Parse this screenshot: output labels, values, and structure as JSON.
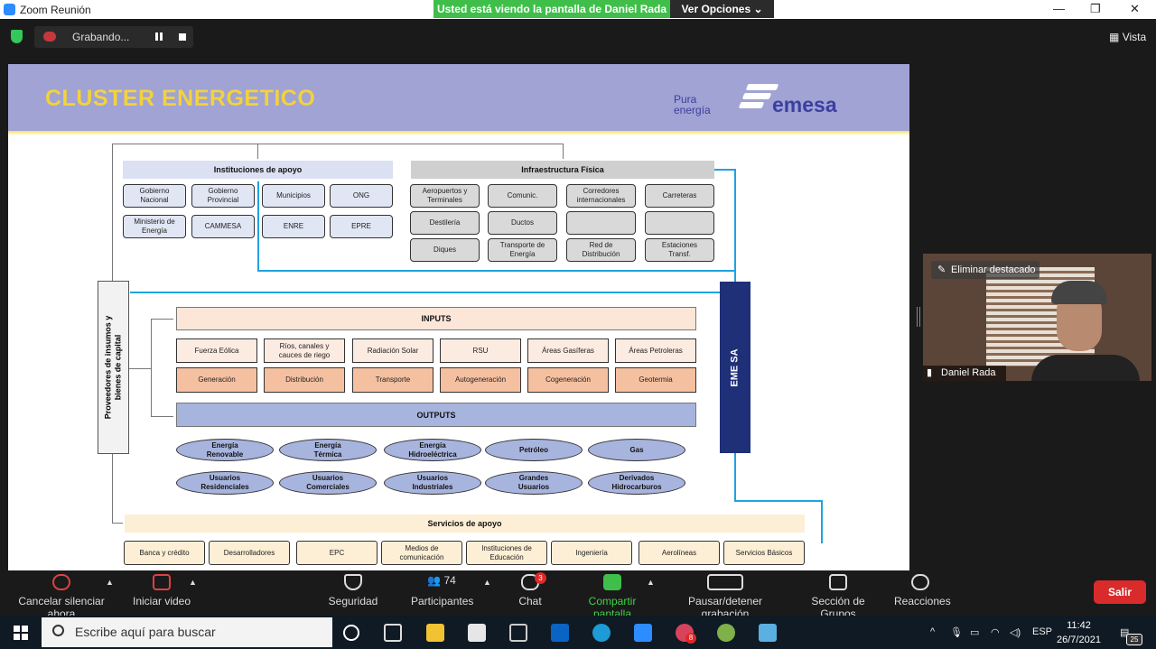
{
  "window": {
    "title": "Zoom Reunión",
    "share_banner": "Usted está viendo la pantalla de Daniel Rada",
    "view_options": "Ver Opciones",
    "minimize": "—",
    "restore": "❐",
    "close": "✕"
  },
  "topbar": {
    "recording": "Grabando...",
    "view": "Vista"
  },
  "slide": {
    "title": "CLUSTER ENERGETICO",
    "logo_tag_1": "Pura",
    "logo_tag_2": "energía",
    "logo_name": "emesa",
    "inst_header": "Instituciones de apoyo",
    "inst": [
      {
        "a": "Gobierno",
        "b": "Nacional"
      },
      {
        "a": "Gobierno",
        "b": "Provincial"
      },
      {
        "a": "Municipios",
        "b": ""
      },
      {
        "a": "ONG",
        "b": ""
      },
      {
        "a": "Ministerio de",
        "b": "Energía"
      },
      {
        "a": "CAMMESA",
        "b": ""
      },
      {
        "a": "ENRE",
        "b": ""
      },
      {
        "a": "EPRE",
        "b": ""
      }
    ],
    "infra_header": "Infraestructura Física",
    "infra": [
      {
        "a": "Aeropuertos y",
        "b": "Terminales"
      },
      {
        "a": "Comunic.",
        "b": ""
      },
      {
        "a": "Corredores",
        "b": "internacionales"
      },
      {
        "a": "Carreteras",
        "b": ""
      },
      {
        "a": "Destilería",
        "b": ""
      },
      {
        "a": "Ductos",
        "b": ""
      },
      {
        "a": "",
        "b": ""
      },
      {
        "a": "",
        "b": ""
      },
      {
        "a": "Diques",
        "b": ""
      },
      {
        "a": "Transporte de",
        "b": "Energía"
      },
      {
        "a": "Red de",
        "b": "Distribución"
      },
      {
        "a": "Estaciones",
        "b": "Transf."
      }
    ],
    "proveedores_1": "Proveedores de insumos y",
    "proveedores_2": "bienes de capital",
    "eme": "EME SA",
    "inputs_header": "INPUTS",
    "inputs_row1": [
      {
        "a": "Fuerza Eólica",
        "b": ""
      },
      {
        "a": "Ríos, canales y",
        "b": "cauces de riego"
      },
      {
        "a": "Radiación Solar",
        "b": ""
      },
      {
        "a": "RSU",
        "b": ""
      },
      {
        "a": "Áreas Gasíferas",
        "b": ""
      },
      {
        "a": "Áreas Petroleras",
        "b": ""
      }
    ],
    "inputs_row2": [
      "Generación",
      "Distribución",
      "Transporte",
      "Autogeneración",
      "Cogeneración",
      "Geotermia"
    ],
    "outputs_header": "OUTPUTS",
    "outputs_row1": [
      {
        "a": "Energía",
        "b": "Renovable"
      },
      {
        "a": "Energía",
        "b": "Térmica"
      },
      {
        "a": "Energía",
        "b": "Hidroeléctrica"
      },
      {
        "a": "Petróleo",
        "b": ""
      },
      {
        "a": "Gas",
        "b": ""
      }
    ],
    "outputs_row2": [
      {
        "a": "Usuarios",
        "b": "Residenciales"
      },
      {
        "a": "Usuarios",
        "b": "Comerciales"
      },
      {
        "a": "Usuarios",
        "b": "Industriales"
      },
      {
        "a": "Grandes",
        "b": "Usuarios"
      },
      {
        "a": "Derivados",
        "b": "Hidrocarburos"
      }
    ],
    "services_header": "Servicios de apoyo",
    "services": [
      {
        "a": "Banca y crédito",
        "b": ""
      },
      {
        "a": "Desarrolladores",
        "b": ""
      },
      {
        "a": "EPC",
        "b": ""
      },
      {
        "a": "Medios de",
        "b": "comunicación"
      },
      {
        "a": "Instituciones de",
        "b": "Educación"
      },
      {
        "a": "Ingeniería",
        "b": ""
      },
      {
        "a": "Aerolíneas",
        "b": ""
      },
      {
        "a": "Servicios Básicos",
        "b": ""
      }
    ]
  },
  "video": {
    "unpin": "Eliminar destacado",
    "name": "Daniel Rada"
  },
  "controls": {
    "mute": "Cancelar silenciar ahora",
    "video": "Iniciar video",
    "security": "Seguridad",
    "participants": "Participantes",
    "participants_count": "74",
    "chat": "Chat",
    "chat_badge": "3",
    "share": "Compartir pantalla",
    "pause": "Pausar/detener grabación",
    "groups": "Sección de Grupos",
    "reactions": "Reacciones",
    "leave": "Salir"
  },
  "taskbar": {
    "search_placeholder": "Escribe aquí para buscar",
    "lang": "ESP",
    "time": "11:42",
    "date": "26/7/2021",
    "notif_count": "25",
    "app_badge": "8"
  },
  "colors": {
    "share_green": "#3fbf4a",
    "leave_red": "#d92b2b",
    "header_purple": "#a0a3d3",
    "title_yellow": "#f3d23b",
    "connector_blue": "#1fa3e0"
  }
}
